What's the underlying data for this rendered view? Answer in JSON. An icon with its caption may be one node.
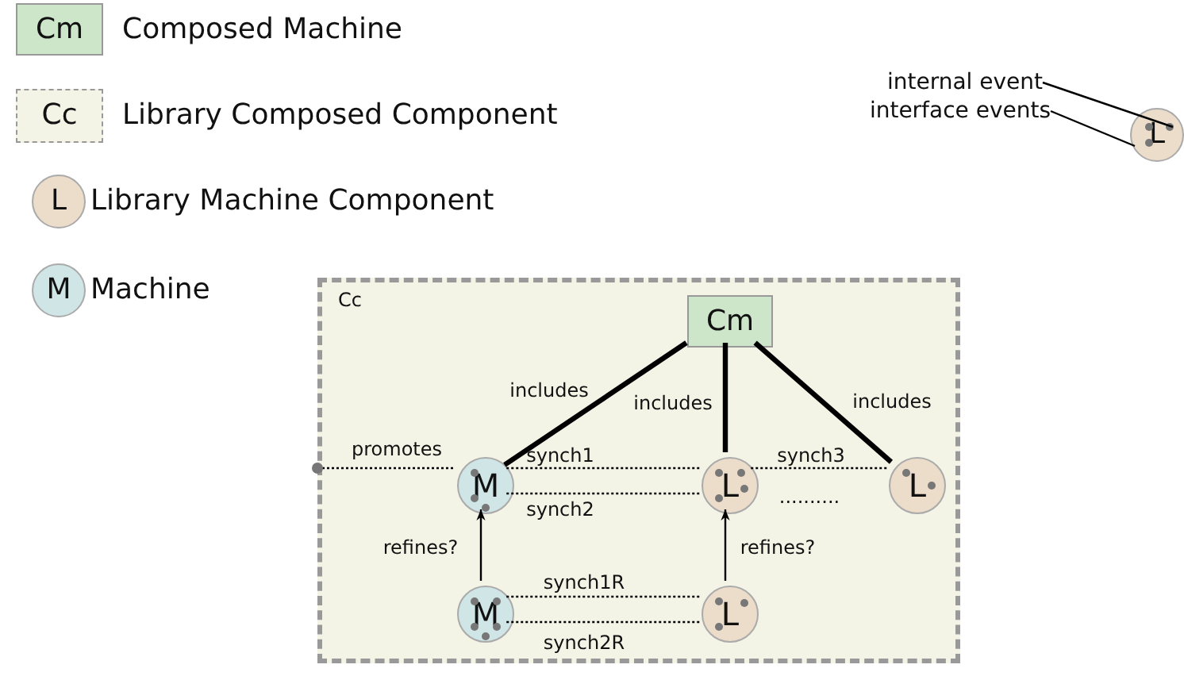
{
  "diagram": {
    "nodes": [
      {
        "text": [
          "Cm"
        ],
        "beside": [
          "Composed Machine"
        ]
      },
      {
        "text": [
          "Cc"
        ],
        "beside": [
          "Library Composed Component"
        ]
      },
      {
        "text": [
          "L"
        ],
        "beside": [
          "Library Machine Component"
        ]
      },
      {
        "text": [
          "M"
        ],
        "beside": [
          "Machine"
        ]
      },
      {
        "text": [
          "internal event"
        ]
      },
      {
        "text": [
          "interface events"
        ]
      },
      {
        "text": [
          "L"
        ]
      },
      {
        "text": [
          "Cc"
        ]
      },
      {
        "text": [
          "Cm"
        ],
        "in": 7
      },
      {
        "text": [
          "M"
        ],
        "in": 7
      },
      {
        "text": [
          "L"
        ],
        "in": 7
      },
      {
        "text": [
          "L"
        ],
        "in": 7
      },
      {
        "text": [
          "M"
        ],
        "in": 7
      },
      {
        "text": [
          "L"
        ],
        "in": 7
      }
    ],
    "edges": [
      {
        "from": 4,
        "to": 6,
        "arrow": "none"
      },
      {
        "from": 5,
        "to": 6,
        "arrow": "none"
      },
      {
        "from": 8,
        "to": 9,
        "arrow": "none",
        "label": "includes",
        "style": "thick"
      },
      {
        "from": 8,
        "to": 10,
        "arrow": "none",
        "label": "includes",
        "style": "thick"
      },
      {
        "from": 8,
        "to": 11,
        "arrow": "none",
        "label": "includes",
        "style": "thick"
      },
      {
        "from": 7,
        "to": 9,
        "arrow": "other",
        "label": "promotes",
        "style": "dashed"
      },
      {
        "from": 9,
        "to": 10,
        "arrow": "none",
        "label": "synch1",
        "style": "dashed"
      },
      {
        "from": 9,
        "to": 10,
        "arrow": "none",
        "label": "synch2",
        "style": "dashed"
      },
      {
        "from": 10,
        "to": 11,
        "arrow": "none",
        "label": "synch3",
        "style": "dashed"
      },
      {
        "from": 12,
        "to": 9,
        "arrow": "to",
        "label": "refines?"
      },
      {
        "from": 13,
        "to": 10,
        "arrow": "to",
        "label": "refines?"
      },
      {
        "from": 12,
        "to": 13,
        "arrow": "none",
        "label": "synch1R",
        "style": "dashed"
      },
      {
        "from": 12,
        "to": 13,
        "arrow": "none",
        "label": "synch2R",
        "style": "dashed"
      }
    ],
    "labels": [
      ".........."
    ]
  }
}
